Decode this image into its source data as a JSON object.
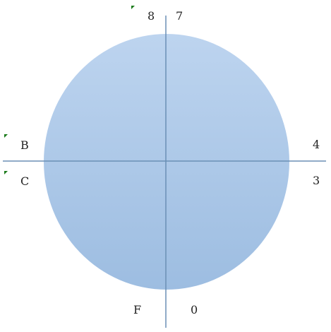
{
  "labels": {
    "top_left": "8",
    "top_right": "7",
    "right_upper": "4",
    "right_lower": "3",
    "bottom_left": "F",
    "bottom_right": "0",
    "left_upper": "B",
    "left_lower": "C"
  },
  "colors": {
    "circle_top": "#bdd4ef",
    "circle_bottom": "#9dbde1",
    "axis_line": "#6b8fb5",
    "marker": "#1a7a1a",
    "text": "#222222"
  }
}
